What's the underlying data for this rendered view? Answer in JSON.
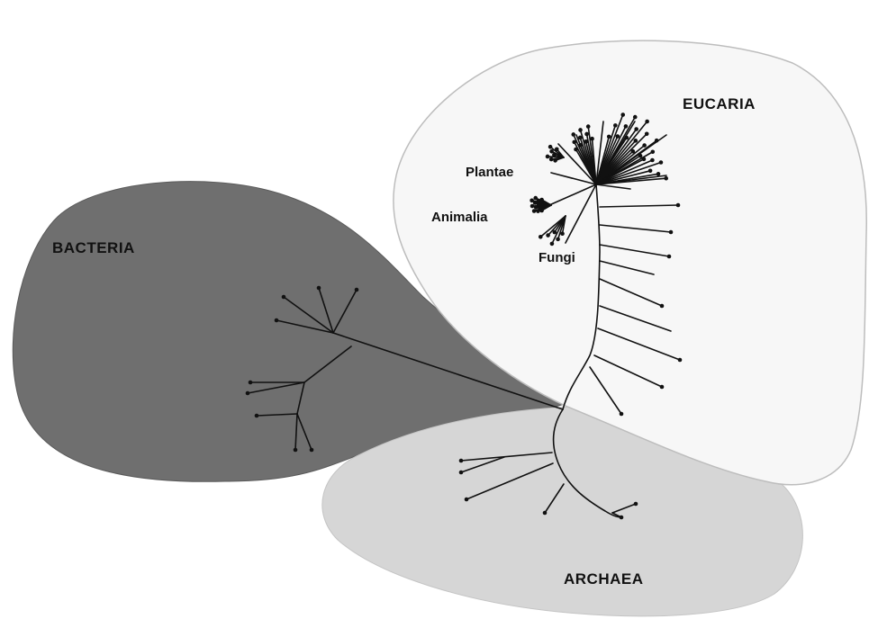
{
  "domains": {
    "bacteria": "BACTERIA",
    "archaea": "ARCHAEA",
    "eucaria": "EUCARIA"
  },
  "kingdoms": {
    "plantae": "Plantae",
    "animalia": "Animalia",
    "fungi": "Fungi"
  },
  "colors": {
    "bacteria_region": "#6f6f6f",
    "archaea_region": "#d6d6d6",
    "eucaria_region": "#f7f7f7",
    "branches": "#111111"
  }
}
